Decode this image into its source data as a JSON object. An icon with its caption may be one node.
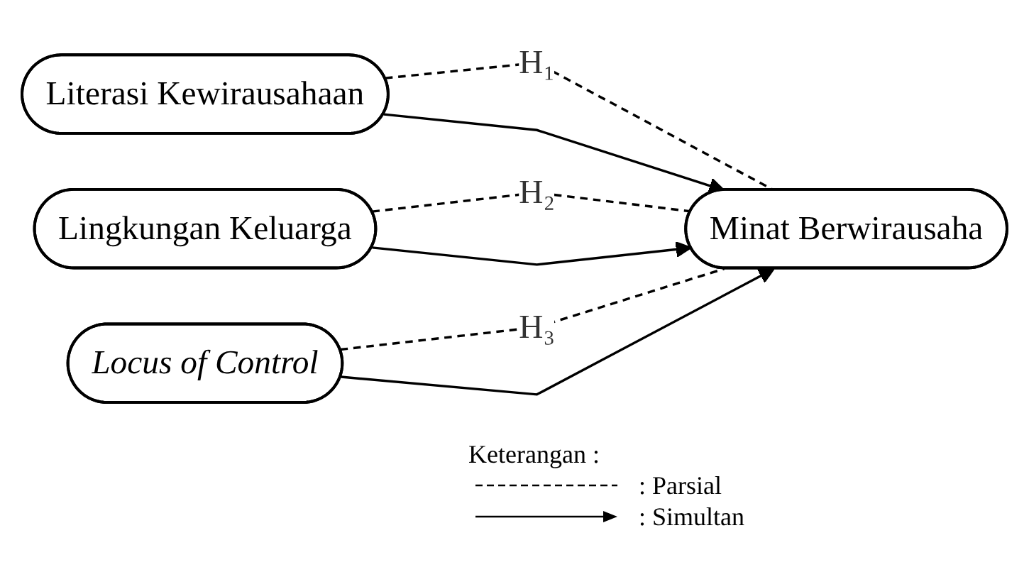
{
  "diagram": {
    "nodes": [
      {
        "text": [
          "Literasi Kewirausahaan"
        ]
      },
      {
        "text": [
          "Lingkungan Keluarga"
        ]
      },
      {
        "text": [
          "Locus of Control"
        ]
      },
      {
        "text": [
          "Minat Berwirausaha"
        ]
      }
    ],
    "edges": [
      {
        "from": 0,
        "to": 3,
        "arrow": "none",
        "style": "dashed",
        "label": "H₁"
      },
      {
        "from": 1,
        "to": 3,
        "arrow": "none",
        "style": "dashed",
        "label": "H₂"
      },
      {
        "from": 2,
        "to": 3,
        "arrow": "none",
        "style": "dashed",
        "label": "H₃"
      },
      {
        "from": 0,
        "to": 3,
        "arrow": "to"
      },
      {
        "from": 1,
        "to": 3,
        "arrow": "to"
      },
      {
        "from": 2,
        "to": 3,
        "arrow": "to"
      }
    ],
    "labels": [
      "Keterangan :"
    ],
    "legend": [
      {
        "text": ": Parsial"
      },
      {
        "text": ": Simultan"
      }
    ]
  }
}
